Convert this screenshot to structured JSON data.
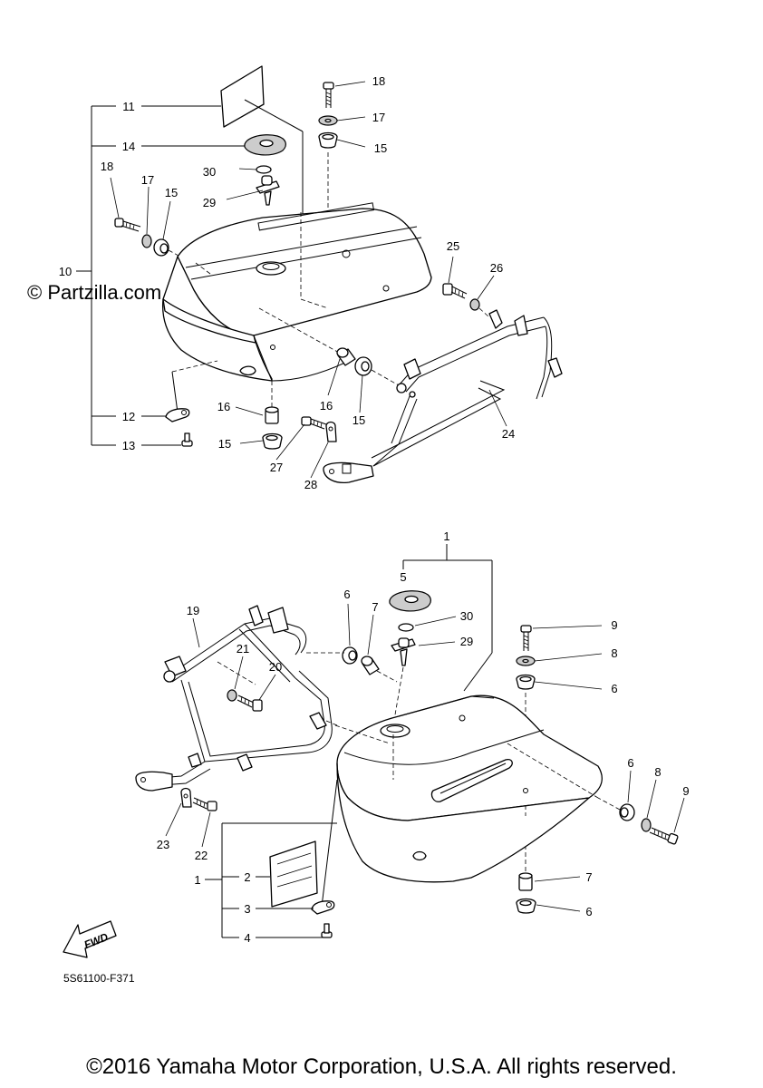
{
  "watermark": "© Partzilla.com",
  "figure_code": "5S61100-F371",
  "fwd_label": "FWD",
  "copyright": "©2016 Yamaha Motor Corporation, U.S.A. All rights reserved.",
  "upper_callouts": {
    "c10": "10",
    "c11": "11",
    "c12": "12",
    "c13": "13",
    "c14": "14",
    "c15a": "15",
    "c15b": "15",
    "c15c": "15",
    "c15d": "15",
    "c16a": "16",
    "c16b": "16",
    "c17a": "17",
    "c17b": "17",
    "c18a": "18",
    "c18b": "18",
    "c24": "24",
    "c25": "25",
    "c26": "26",
    "c27": "27",
    "c28": "28",
    "c29": "29",
    "c30": "30"
  },
  "lower_callouts": {
    "c1a": "1",
    "c1b": "1",
    "c2": "2",
    "c3": "3",
    "c4": "4",
    "c5": "5",
    "c6a": "6",
    "c6b": "6",
    "c6c": "6",
    "c6d": "6",
    "c7a": "7",
    "c7b": "7",
    "c8a": "8",
    "c8b": "8",
    "c9a": "9",
    "c9b": "9",
    "c19": "19",
    "c20": "20",
    "c21": "21",
    "c22": "22",
    "c23": "23",
    "c29": "29",
    "c30": "30"
  }
}
